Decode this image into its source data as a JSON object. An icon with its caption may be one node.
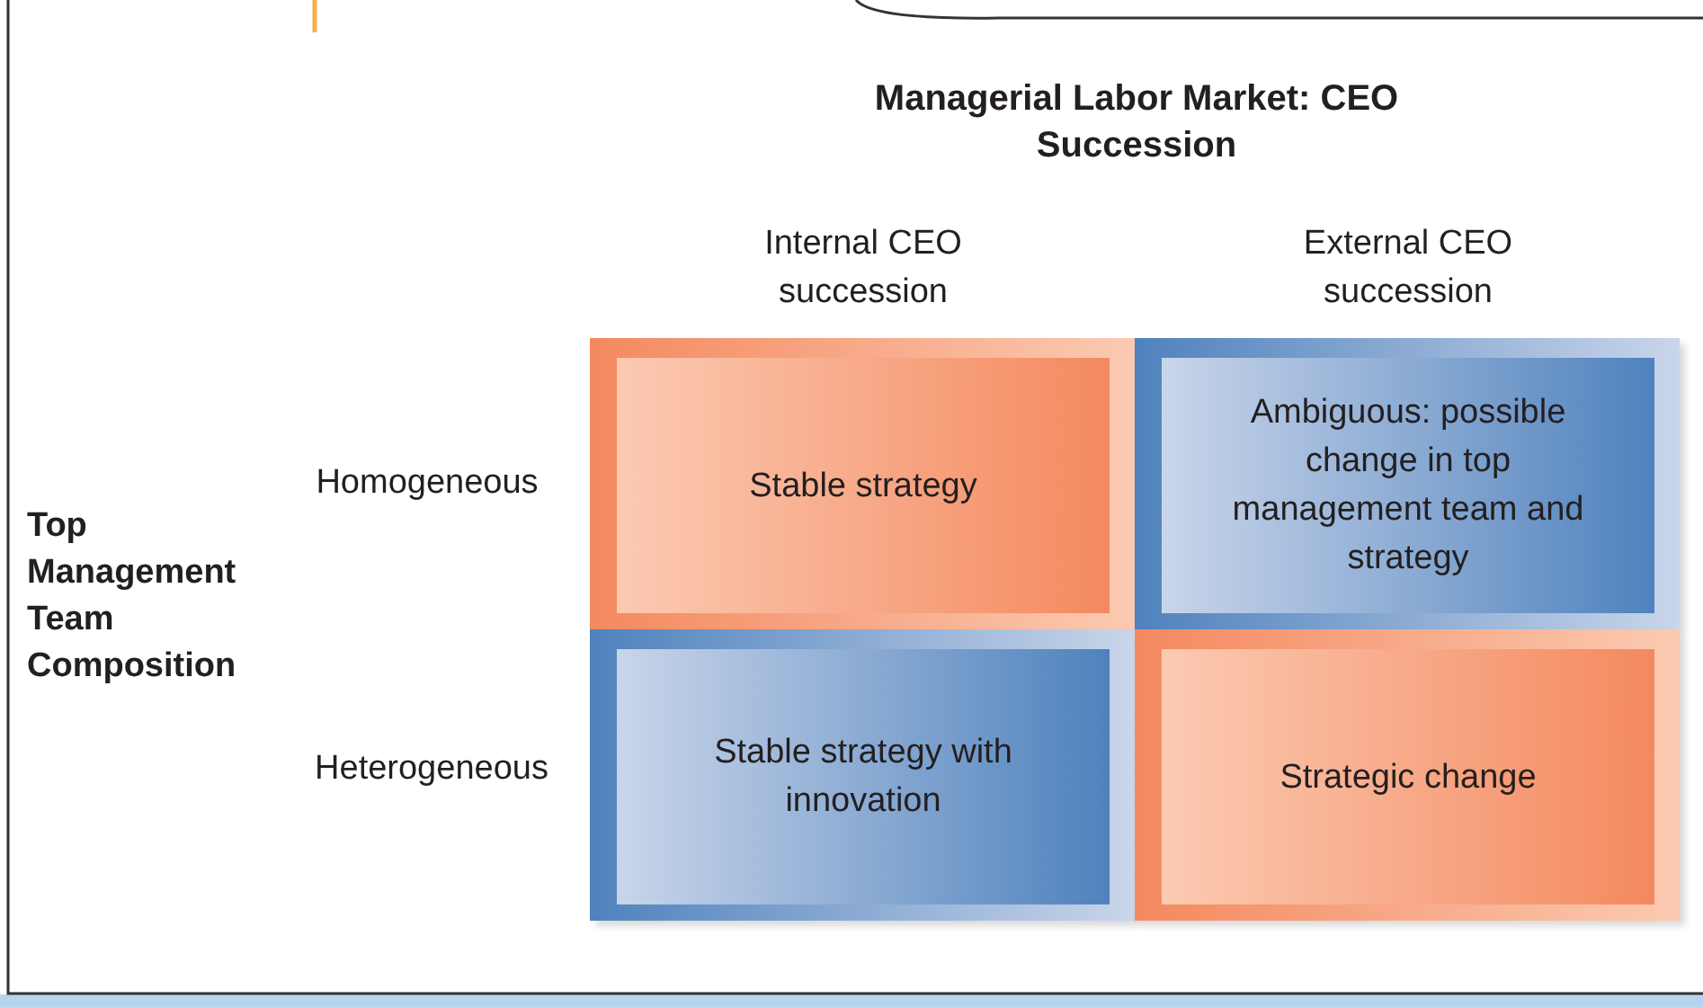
{
  "diagram": {
    "title": "Managerial Labor Market: CEO Succession",
    "nodes": [
      {
        "text": [
          "Stable strategy"
        ]
      },
      {
        "text": [
          "Ambiguous: possible change in top management team and strategy"
        ]
      },
      {
        "text": [
          "Stable strategy with innovation"
        ]
      },
      {
        "text": [
          "Strategic change"
        ]
      }
    ],
    "labels": [
      "Internal CEO succession",
      "External CEO succession",
      "Homogeneous",
      "Heterogeneous",
      "Top Management Team Composition"
    ]
  }
}
